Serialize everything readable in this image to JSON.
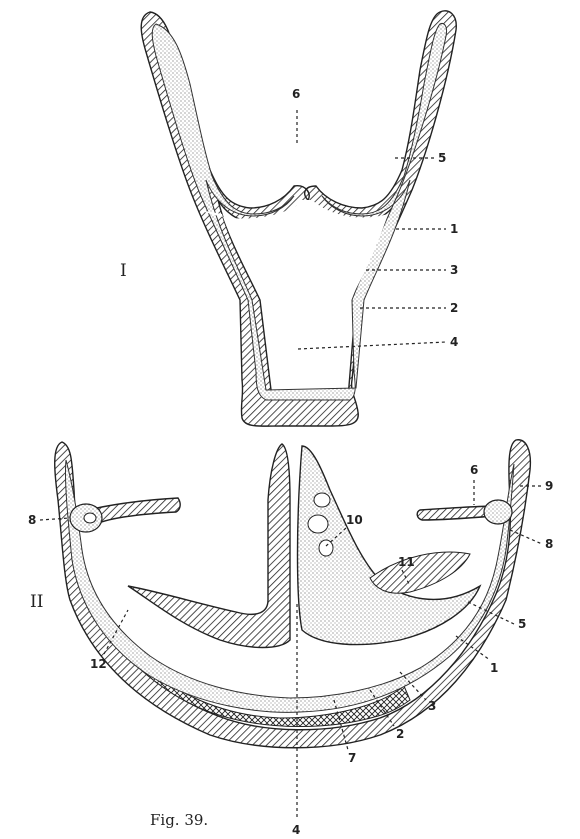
{
  "figure": {
    "caption": "Fig. 39.",
    "panel_labels": [
      "I",
      "II"
    ]
  },
  "labels_I": [
    "1",
    "2",
    "3",
    "4",
    "5",
    "6"
  ],
  "labels_II": [
    "1",
    "2",
    "3",
    "4",
    "5",
    "6",
    "7",
    "8",
    "8",
    "9",
    "10",
    "11",
    "12"
  ]
}
